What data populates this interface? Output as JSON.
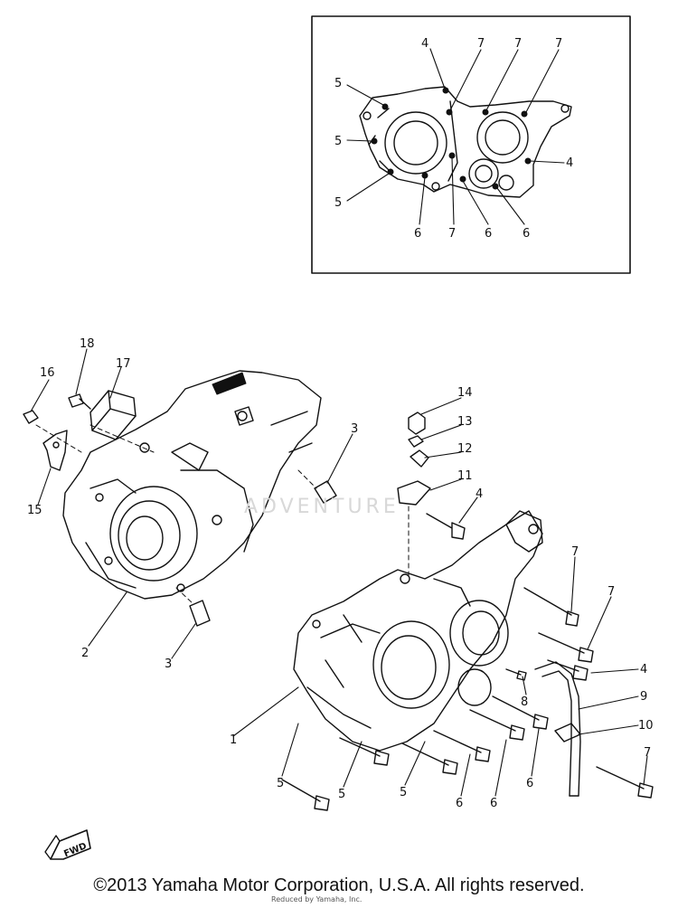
{
  "copyright": "©2013 Yamaha Motor Corporation, U.S.A. All rights reserved.",
  "watermark": "ADVENTURE",
  "stamp": "Reduced by Yamaha, Inc.",
  "fwd_label": "FWD",
  "inset_callouts": [
    "4",
    "7",
    "7",
    "7",
    "5",
    "5",
    "4",
    "5",
    "6",
    "7",
    "6",
    "6"
  ],
  "main_callouts": [
    "18",
    "17",
    "16",
    "15",
    "3",
    "2",
    "3",
    "14",
    "13",
    "12",
    "11",
    "4",
    "7",
    "7",
    "4",
    "8",
    "9",
    "10",
    "1",
    "7",
    "5",
    "5",
    "5",
    "6",
    "6",
    "6"
  ]
}
